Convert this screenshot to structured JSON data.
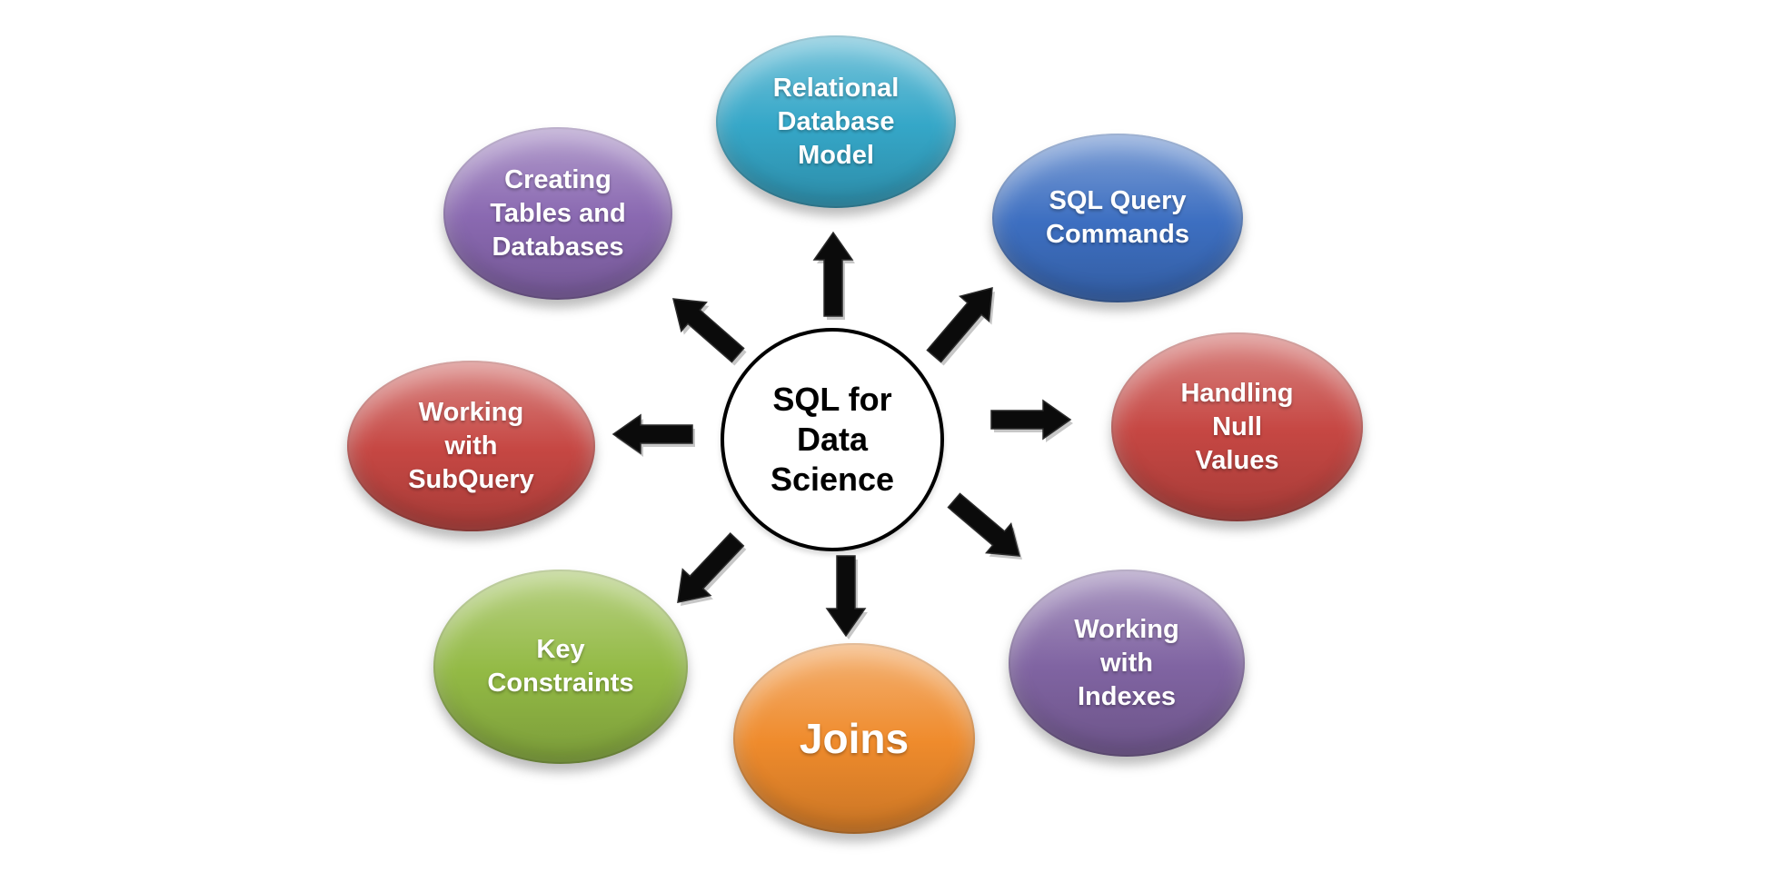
{
  "diagram": {
    "background_color": "#ffffff",
    "arrow_color": "#0b0b0b",
    "label_text_color": "#ffffff",
    "center": {
      "id": "sql-for-data-science",
      "lines": [
        "SQL for",
        "Data",
        "Science"
      ],
      "fill": "#ffffff",
      "border_color": "#000000",
      "text_color": "#000000"
    },
    "nodes": [
      {
        "id": "relational-database-model",
        "lines": [
          "Relational",
          "Database",
          "Model"
        ],
        "color": "#35A7C8"
      },
      {
        "id": "sql-query-commands",
        "lines": [
          "SQL Query",
          "Commands"
        ],
        "color": "#3D6FC1"
      },
      {
        "id": "handling-null-values",
        "lines": [
          "Handling",
          "Null",
          "Values"
        ],
        "color": "#C64743"
      },
      {
        "id": "working-with-indexes",
        "lines": [
          "Working",
          "with",
          "Indexes"
        ],
        "color": "#8064A2"
      },
      {
        "id": "joins",
        "lines": [
          "Joins"
        ],
        "color": "#EF8B2C"
      },
      {
        "id": "key-constraints",
        "lines": [
          "Key",
          "Constraints"
        ],
        "color": "#93BA45"
      },
      {
        "id": "working-with-subquery",
        "lines": [
          "Working",
          "with",
          "SubQuery"
        ],
        "color": "#C64743"
      },
      {
        "id": "creating-tables-and-databases",
        "lines": [
          "Creating",
          "Tables and",
          "Databases"
        ],
        "color": "#8A69B1"
      }
    ]
  }
}
